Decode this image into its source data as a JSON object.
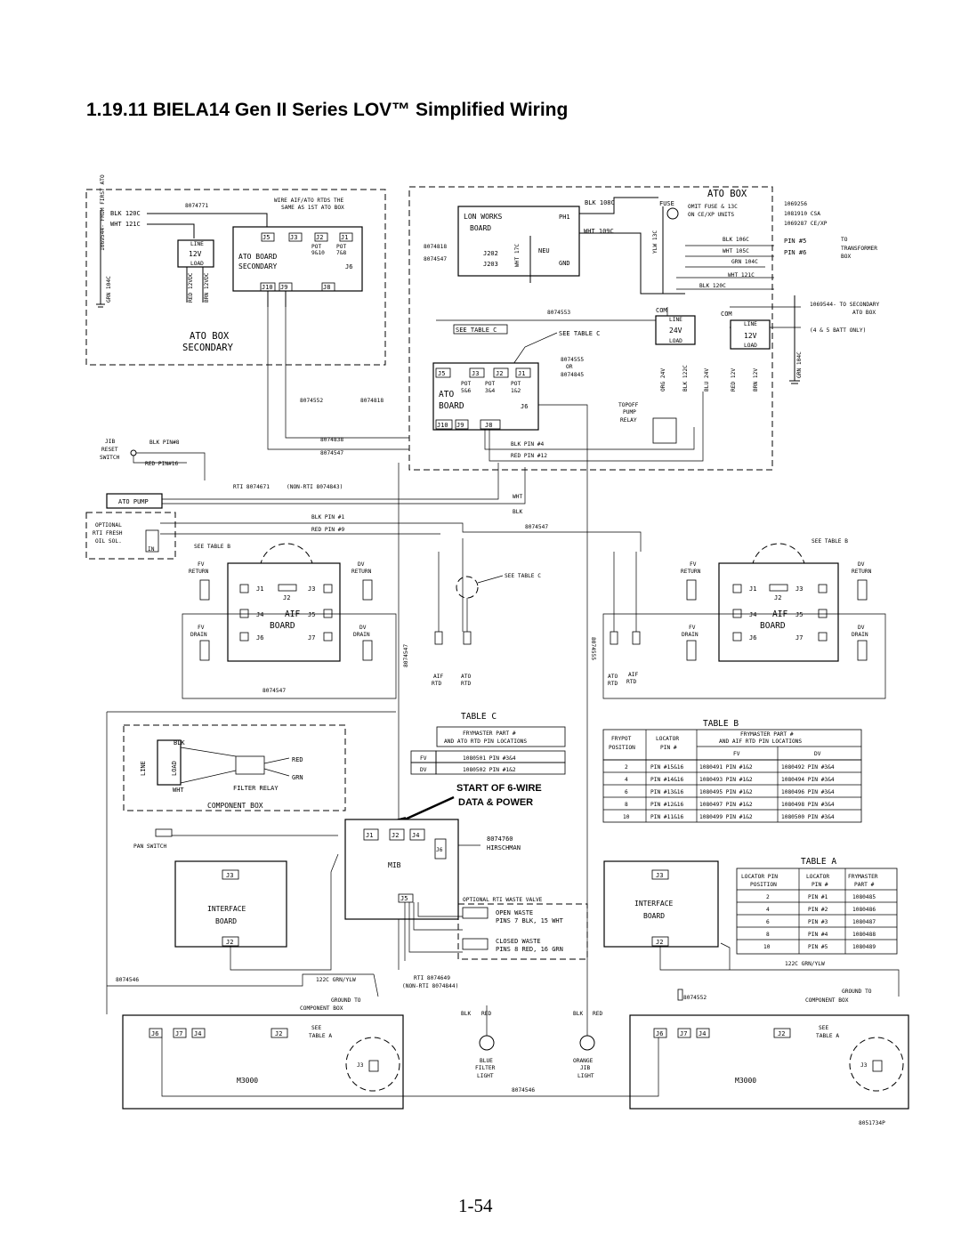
{
  "page": {
    "title": "1.19.11  BIELA14 Gen II Series LOV™ Simplified Wiring",
    "page_number": "1-54",
    "drawing_number": "8051734P"
  },
  "ato_secondary": {
    "label1": "ATO BOX",
    "label2": "SECONDARY",
    "note1": "WIRE AIF/ATO RTDS THE",
    "note2": "SAME AS 1ST ATO BOX",
    "harness": "8074771",
    "from_first": "1069544- FROM FIRST ATO",
    "blk": "BLK 120C",
    "wht": "WHT 121C",
    "line": "LINE",
    "volt": "12V",
    "load": "LOAD",
    "gnd": "GRN 104C",
    "red": "RED 12VDC",
    "brn": "BRN 12VDC",
    "board": "ATO BOARD",
    "secondary": "SECONDARY",
    "j5": "J5",
    "j3": "J3",
    "j2": "J2",
    "j1": "J1",
    "pot1": "POT",
    "pot1b": "9&10",
    "pot2": "POT",
    "pot2b": "7&8",
    "j6": "J6",
    "j10": "J10",
    "j9": "J9",
    "j8": "J8"
  },
  "ato_box": {
    "title": "ATO BOX",
    "lon_board1": "LON WORKS",
    "lon_board2": "BOARD",
    "ph1": "PH1",
    "neu": "NEU",
    "gnd": "GND",
    "j202": "J202",
    "j203": "J203",
    "w8074818": "8074818",
    "w8074547": "8074547",
    "blk108": "BLK 108C",
    "wht109": "WHT 109C",
    "wht17": "WHT 17C",
    "ylw13": "YLW 13C",
    "fuse": "FUSE",
    "fuse_note1": "OMIT FUSE & 13C",
    "fuse_note2": "ON CE/XP UNITS",
    "part1": "1069256",
    "part2": "1081910 CSA",
    "part3": "1069287 CE/XP",
    "blk106": "BLK 106C",
    "wht105": "WHT 105C",
    "grn104": "GRN 104C",
    "wht121": "WHT 121C",
    "blk120": "BLK 120C",
    "pin5": "PIN #5",
    "pin6": "PIN #6",
    "to_tx1": "TO",
    "to_tx2": "TRANSFORMER",
    "to_tx3": "BOX",
    "secondary1": "1069544- TO SECONDARY",
    "secondary2": "ATO BOX",
    "secondary3": "(4 & 5 BATT ONLY)",
    "w8074553": "8074553",
    "com1": "COM",
    "com2": "COM",
    "line": "LINE",
    "load": "LOAD",
    "v24": "24V",
    "v12": "12V",
    "org24": "ORG 24V",
    "blk122": "BLK 122C",
    "blu24": "BLU 24V",
    "red12": "RED 12V",
    "brn12": "BRN 12V",
    "grn104b": "GRN 104C",
    "see_c1": "SEE TABLE C",
    "see_c2": "SEE TABLE C",
    "alt1": "8074555",
    "alt_or": "OR",
    "alt2": "8074845",
    "ato": "ATO",
    "board": "BOARD",
    "pot_a": "POT",
    "pot_a2": "5&6",
    "pot_b": "POT",
    "pot_b2": "3&4",
    "pot_c": "POT",
    "pot_c2": "1&2",
    "j5": "J5",
    "j3": "J3",
    "j2": "J2",
    "j1": "J1",
    "j6": "J6",
    "j10": "J10",
    "j9": "J9",
    "j8": "J8",
    "topoff1": "TOPOFF",
    "topoff2": "PUMP",
    "topoff3": "RELAY",
    "w8074552": "8074552",
    "w8074818b": "8074818",
    "w8074838": "8074838",
    "w8074547b": "8074547",
    "blkpin4": "BLK PIN #4",
    "redpin12": "RED PIN #12"
  },
  "left_controls": {
    "jib1": "JIB",
    "jib2": "RESET",
    "jib3": "SWITCH",
    "blkpin8": "BLK PIN#8",
    "redpin16": "RED PIN#16",
    "ato_pump": "ATO PUMP",
    "rti": "RTI 8074671",
    "nonrti": "(NON-RTI 8074843)",
    "wht": "WHT",
    "blk": "BLK",
    "blkpin1": "BLK PIN #1",
    "redpin9": "RED PIN #9",
    "w8074547": "8074547",
    "opt1": "OPTIONAL",
    "opt2": "RTI FRESH",
    "opt3": "OIL SOL.",
    "in": "IN"
  },
  "aif_left": {
    "see_b": "SEE TABLE B",
    "fv_ret1": "FV",
    "fv_ret2": "RETURN",
    "dv_ret1": "DV",
    "dv_ret2": "RETURN",
    "fv_dr1": "FV",
    "fv_dr2": "DRAIN",
    "dv_dr1": "DV",
    "dv_dr2": "DRAIN",
    "j1": "J1",
    "j2": "J2",
    "j3": "J3",
    "j4": "J4",
    "j5": "J5",
    "j6": "J6",
    "j7": "J7",
    "aif": "AIF",
    "board": "BOARD",
    "w8074547": "8074547",
    "w8074547v": "8074547"
  },
  "aif_right": {
    "see_b": "SEE TABLE B",
    "fv_ret1": "FV",
    "fv_ret2": "RETURN",
    "dv_ret1": "DV",
    "dv_ret2": "RETURN",
    "fv_dr1": "FV",
    "fv_dr2": "DRAIN",
    "dv_dr1": "DV",
    "dv_dr2": "DRAIN",
    "j1": "J1",
    "j2": "J2",
    "j3": "J3",
    "j4": "J4",
    "j5": "J5",
    "j6": "J6",
    "j7": "J7",
    "aif": "AIF",
    "board": "BOARD"
  },
  "center_rtd": {
    "see_c": "SEE TABLE C",
    "aif_rtd1": "AIF",
    "aif_rtd2": "RTD",
    "ato_rtd1": "ATO",
    "ato_rtd2": "RTD",
    "ato_rtd3": "ATO",
    "ato_rtd4": "RTD",
    "aif_rtd3": "AIF",
    "aif_rtd4": "RTD",
    "w8074555": "8074555"
  },
  "table_c": {
    "title": "TABLE C",
    "head1": "FRYMASTER PART #",
    "head2": "AND ATO RTD PIN LOCATIONS",
    "rows": [
      {
        "key": "FV",
        "val": "1080501 PIN #3&4"
      },
      {
        "key": "DV",
        "val": "1080502 PIN #1&2"
      }
    ]
  },
  "table_b": {
    "title": "TABLE B",
    "h_frypot1": "FRYPOT",
    "h_frypot2": "POSITION",
    "h_loc1": "LOCATOR",
    "h_loc2": "PIN #",
    "h_part1": "FRYMASTER PART #",
    "h_part2": "AND AIF RTD PIN LOCATIONS",
    "h_fv": "FV",
    "h_dv": "DV",
    "rows": [
      {
        "pos": "2",
        "loc": "PIN #15&16",
        "fv": "1080491 PIN #1&2",
        "dv": "1080492 PIN #3&4"
      },
      {
        "pos": "4",
        "loc": "PIN #14&16",
        "fv": "1080493 PIN #1&2",
        "dv": "1080494 PIN #3&4"
      },
      {
        "pos": "6",
        "loc": "PIN #13&16",
        "fv": "1080495 PIN #1&2",
        "dv": "1080496 PIN #3&4"
      },
      {
        "pos": "8",
        "loc": "PIN #12&16",
        "fv": "1080497 PIN #1&2",
        "dv": "1080498 PIN #3&4"
      },
      {
        "pos": "10",
        "loc": "PIN #11&16",
        "fv": "1080499 PIN #1&2",
        "dv": "1080500 PIN #3&4"
      }
    ]
  },
  "table_a": {
    "title": "TABLE A",
    "h1a": "LOCATOR PIN",
    "h1b": "POSITION",
    "h2a": "LOCATOR",
    "h2b": "PIN #",
    "h3a": "FRYMASTER",
    "h3b": "PART #",
    "rows": [
      {
        "pos": "2",
        "pin": "PIN #1",
        "part": "1080485"
      },
      {
        "pos": "4",
        "pin": "PIN #2",
        "part": "1080486"
      },
      {
        "pos": "6",
        "pin": "PIN #3",
        "part": "1080487"
      },
      {
        "pos": "8",
        "pin": "PIN #4",
        "part": "1080488"
      },
      {
        "pos": "10",
        "pin": "PIN #5",
        "part": "1080489"
      }
    ]
  },
  "component_box": {
    "title": "COMPONENT BOX",
    "blk": "BLK",
    "wht": "WHT",
    "red": "RED",
    "grn": "GRN",
    "line": "LINE",
    "load": "LOAD",
    "filter_relay": "FILTER RELAY"
  },
  "mib": {
    "start1": "START OF 6-WIRE",
    "start2": "DATA & POWER",
    "label": "MIB",
    "j1": "J1",
    "j2": "J2",
    "j4": "J4",
    "j6": "J6",
    "j5": "J5",
    "hirsch1": "8074760",
    "hirsch2": "HIRSCHMAN",
    "pan_switch": "PAN SWITCH",
    "waste_title": "OPTIONAL RTI WASTE VALVE",
    "open1": "OPEN WASTE",
    "open2": "PINS 7 BLK, 15 WHT",
    "closed1": "CLOSED WASTE",
    "closed2": "PINS 8 RED, 16 GRN",
    "rti1": "RTI 8074649",
    "rti2": "(NON-RTI 8074844)"
  },
  "interface_left": {
    "j3": "J3",
    "label1": "INTERFACE",
    "label2": "BOARD",
    "j2": "J2",
    "w8074546": "8074546",
    "grn": "122C GRN/YLW",
    "ground1": "GROUND TO",
    "ground2": "COMPONENT BOX"
  },
  "interface_right": {
    "j3": "J3",
    "label1": "INTERFACE",
    "label2": "BOARD",
    "j2": "J2",
    "grn": "122C GRN/YLW",
    "w8074552": "8074552",
    "ground1": "GROUND TO",
    "ground2": "COMPONENT BOX"
  },
  "m3000_left": {
    "j6": "J6",
    "j7": "J7",
    "j4": "J4",
    "j2": "J2",
    "j3": "J3",
    "see1": "SEE",
    "see2": "TABLE A",
    "label": "M3000"
  },
  "m3000_right": {
    "j6": "J6",
    "j7": "J7",
    "j4": "J4",
    "j2": "J2",
    "j3": "J3",
    "see1": "SEE",
    "see2": "TABLE A",
    "label": "M3000"
  },
  "lights": {
    "blk1": "BLK",
    "red1": "RED",
    "blk2": "BLK",
    "red2": "RED",
    "blue1": "BLUE",
    "blue2": "FILTER",
    "blue3": "LIGHT",
    "orange1": "ORANGE",
    "orange2": "JIB",
    "orange3": "LIGHT",
    "w8074546": "8074546"
  }
}
